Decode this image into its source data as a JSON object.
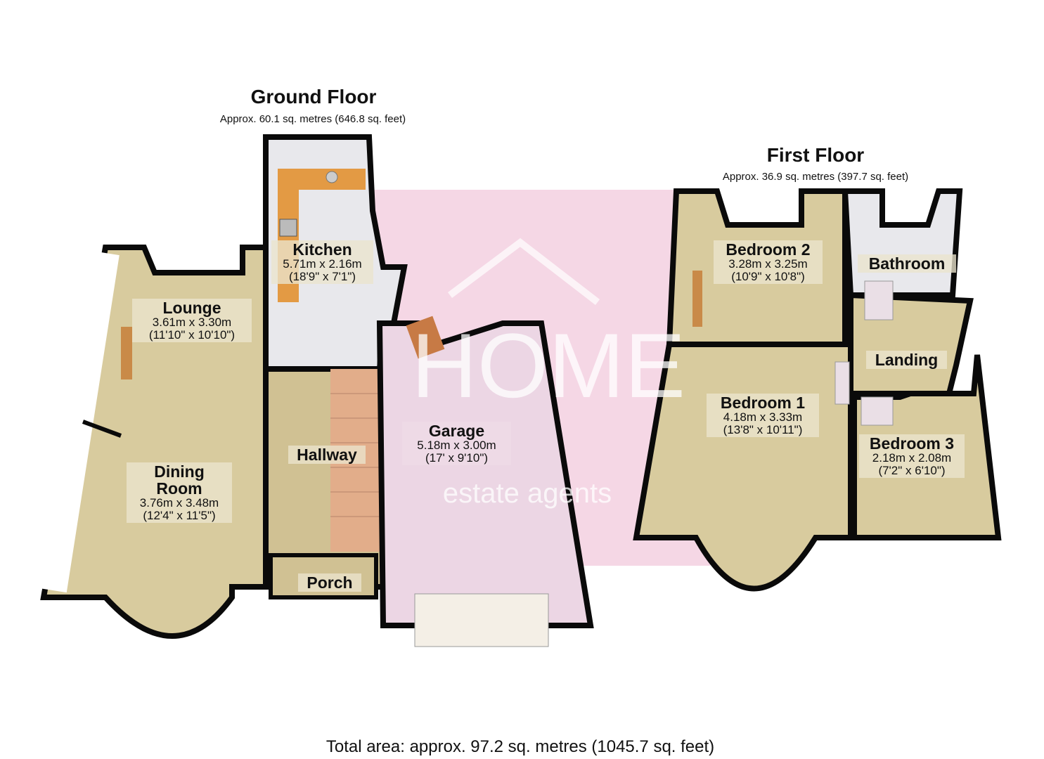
{
  "ground_floor": {
    "title": "Ground Floor",
    "area": "Approx. 60.1 sq. metres (646.8 sq. feet)",
    "rooms": [
      {
        "name": "Kitchen",
        "metric": "5.71m x 2.16m",
        "imperial": "(18'9\" x 7'1\")"
      },
      {
        "name": "Lounge",
        "metric": "3.61m x 3.30m",
        "imperial": "(11'10\" x 10'10\")"
      },
      {
        "name": "Dining Room",
        "metric": "3.76m x 3.48m",
        "imperial": "(12'4\" x 11'5\")"
      },
      {
        "name": "Hallway"
      },
      {
        "name": "Porch"
      },
      {
        "name": "Garage",
        "metric": "5.18m x 3.00m",
        "imperial": "(17' x 9'10\")"
      }
    ]
  },
  "first_floor": {
    "title": "First Floor",
    "area": "Approx. 36.9 sq. metres (397.7 sq. feet)",
    "rooms": [
      {
        "name": "Bedroom 2",
        "metric": "3.28m x 3.25m",
        "imperial": "(10'9\" x 10'8\")"
      },
      {
        "name": "Bathroom"
      },
      {
        "name": "Landing"
      },
      {
        "name": "Bedroom 1",
        "metric": "4.18m x 3.33m",
        "imperial": "(13'8\" x 10'11\")"
      },
      {
        "name": "Bedroom 3",
        "metric": "2.18m x 2.08m",
        "imperial": "(7'2\" x 6'10\")"
      }
    ]
  },
  "watermark": {
    "brand": "HOME",
    "tagline": "estate agents",
    "color": "#f2c9dc"
  },
  "total_area": "Total area: approx. 97.2 sq. metres (1045.7 sq. feet)",
  "colors": {
    "carpet": "#d8cb9e",
    "wall": "#0a0a0a",
    "tile": "#e8e8ec",
    "garage": "#ecd6e4"
  }
}
